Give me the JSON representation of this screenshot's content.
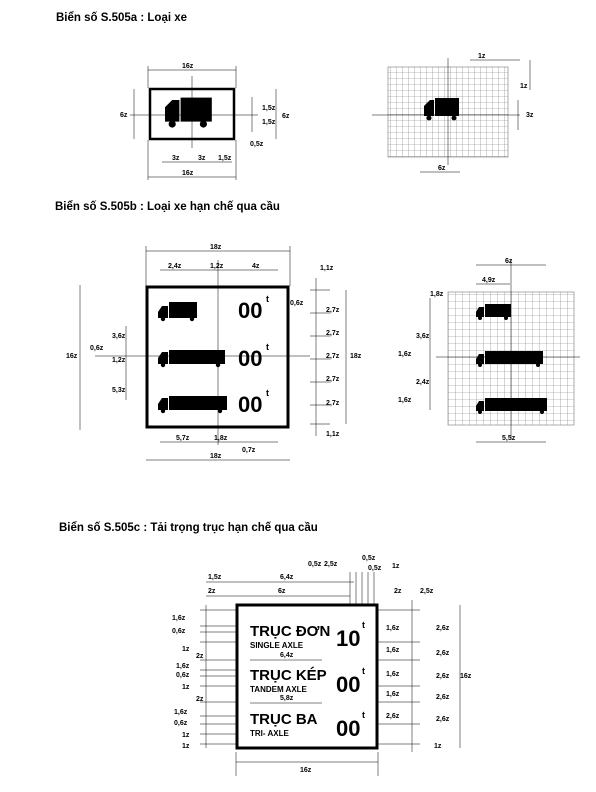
{
  "titles": {
    "a": "Biển số S.505a : Loại xe",
    "b": "Biển số S.505b : Loại xe hạn chế qua cầu",
    "c": "Biển số S.505c : Tải trọng trục hạn chế qua cầu"
  },
  "sign_a": {
    "dims": [
      "16z",
      "6z",
      "1,5z",
      "1,5z",
      "6z",
      "0,5z",
      "3z",
      "3z",
      "1,5z",
      "16z"
    ],
    "grid_dims": [
      "1z",
      "1z",
      "3z",
      "6z"
    ]
  },
  "sign_b": {
    "dims": [
      "18z",
      "2,4z",
      "1,2z",
      "4z",
      "1,1z",
      "0,6z",
      "2,7z",
      "2,7z",
      "2,7z",
      "2,7z",
      "2,7z",
      "1,1z",
      "0,6z",
      "3,6z",
      "1,2z",
      "5,3z",
      "18z",
      "16z",
      "5,7z",
      "1,8z",
      "18z",
      "0,7z"
    ],
    "weights": [
      "00",
      "00",
      "00"
    ],
    "unit": "t",
    "grid_dims": [
      "6z",
      "4,9z",
      "1,8z",
      "3,6z",
      "1,6z",
      "2,4z",
      "1,6z",
      "5,5z"
    ]
  },
  "sign_c": {
    "top_dims": [
      "0,5z",
      "2,5z",
      "0,5z",
      "1z",
      "0,5z",
      "1,5z",
      "6,4z",
      "2z",
      "6z",
      "2z",
      "2,5z"
    ],
    "rows": [
      {
        "main": "TRỤC ĐƠN",
        "sub": "SINGLE AXLE",
        "weight": "10",
        "unit": "t"
      },
      {
        "main": "TRỤC KÉP",
        "sub": "TANDEM AXLE",
        "weight": "00",
        "unit": "t"
      },
      {
        "main": "TRỤC BA",
        "sub": "TRI- AXLE",
        "weight": "00",
        "unit": "t"
      }
    ],
    "inner_dims": [
      "6,4z",
      "5,8z"
    ],
    "left_dims": [
      "1,6z",
      "0,6z",
      "1z",
      "2z",
      "1,6z",
      "0,6z",
      "1z",
      "2z",
      "1,6z",
      "0,6z",
      "1z",
      "1z"
    ],
    "right_dims": [
      "1,6z",
      "2,6z",
      "1,6z",
      "2,6z",
      "1,6z",
      "2,6z",
      "1,6z",
      "2,6z",
      "2,6z",
      "2,6z",
      "1z",
      "16z"
    ],
    "bottom_dim": "16z"
  }
}
